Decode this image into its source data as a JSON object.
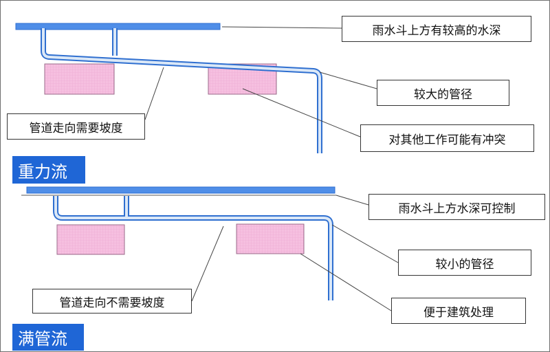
{
  "colors": {
    "pipe_fill": "#bcd3ec",
    "pipe_edge": "#2f6fd0",
    "beam_fill": "#f6bfe0",
    "beam_edge": "#9a6a8a",
    "label_bg": "#1f66d6"
  },
  "gravity": {
    "section_label": "重力流",
    "callouts": {
      "high_water": "雨水斗上方有较高的水深",
      "large_pipe": "较大的管径",
      "slope_needed": "管道走向需要坡度",
      "conflict": "对其他工作可能有冲突"
    }
  },
  "full_pipe": {
    "section_label": "满管流",
    "callouts": {
      "water_control": "雨水斗上方水深可控制",
      "small_pipe": "较小的管径",
      "no_slope": "管道走向不需要坡度",
      "easy_build": "便于建筑处理"
    }
  }
}
